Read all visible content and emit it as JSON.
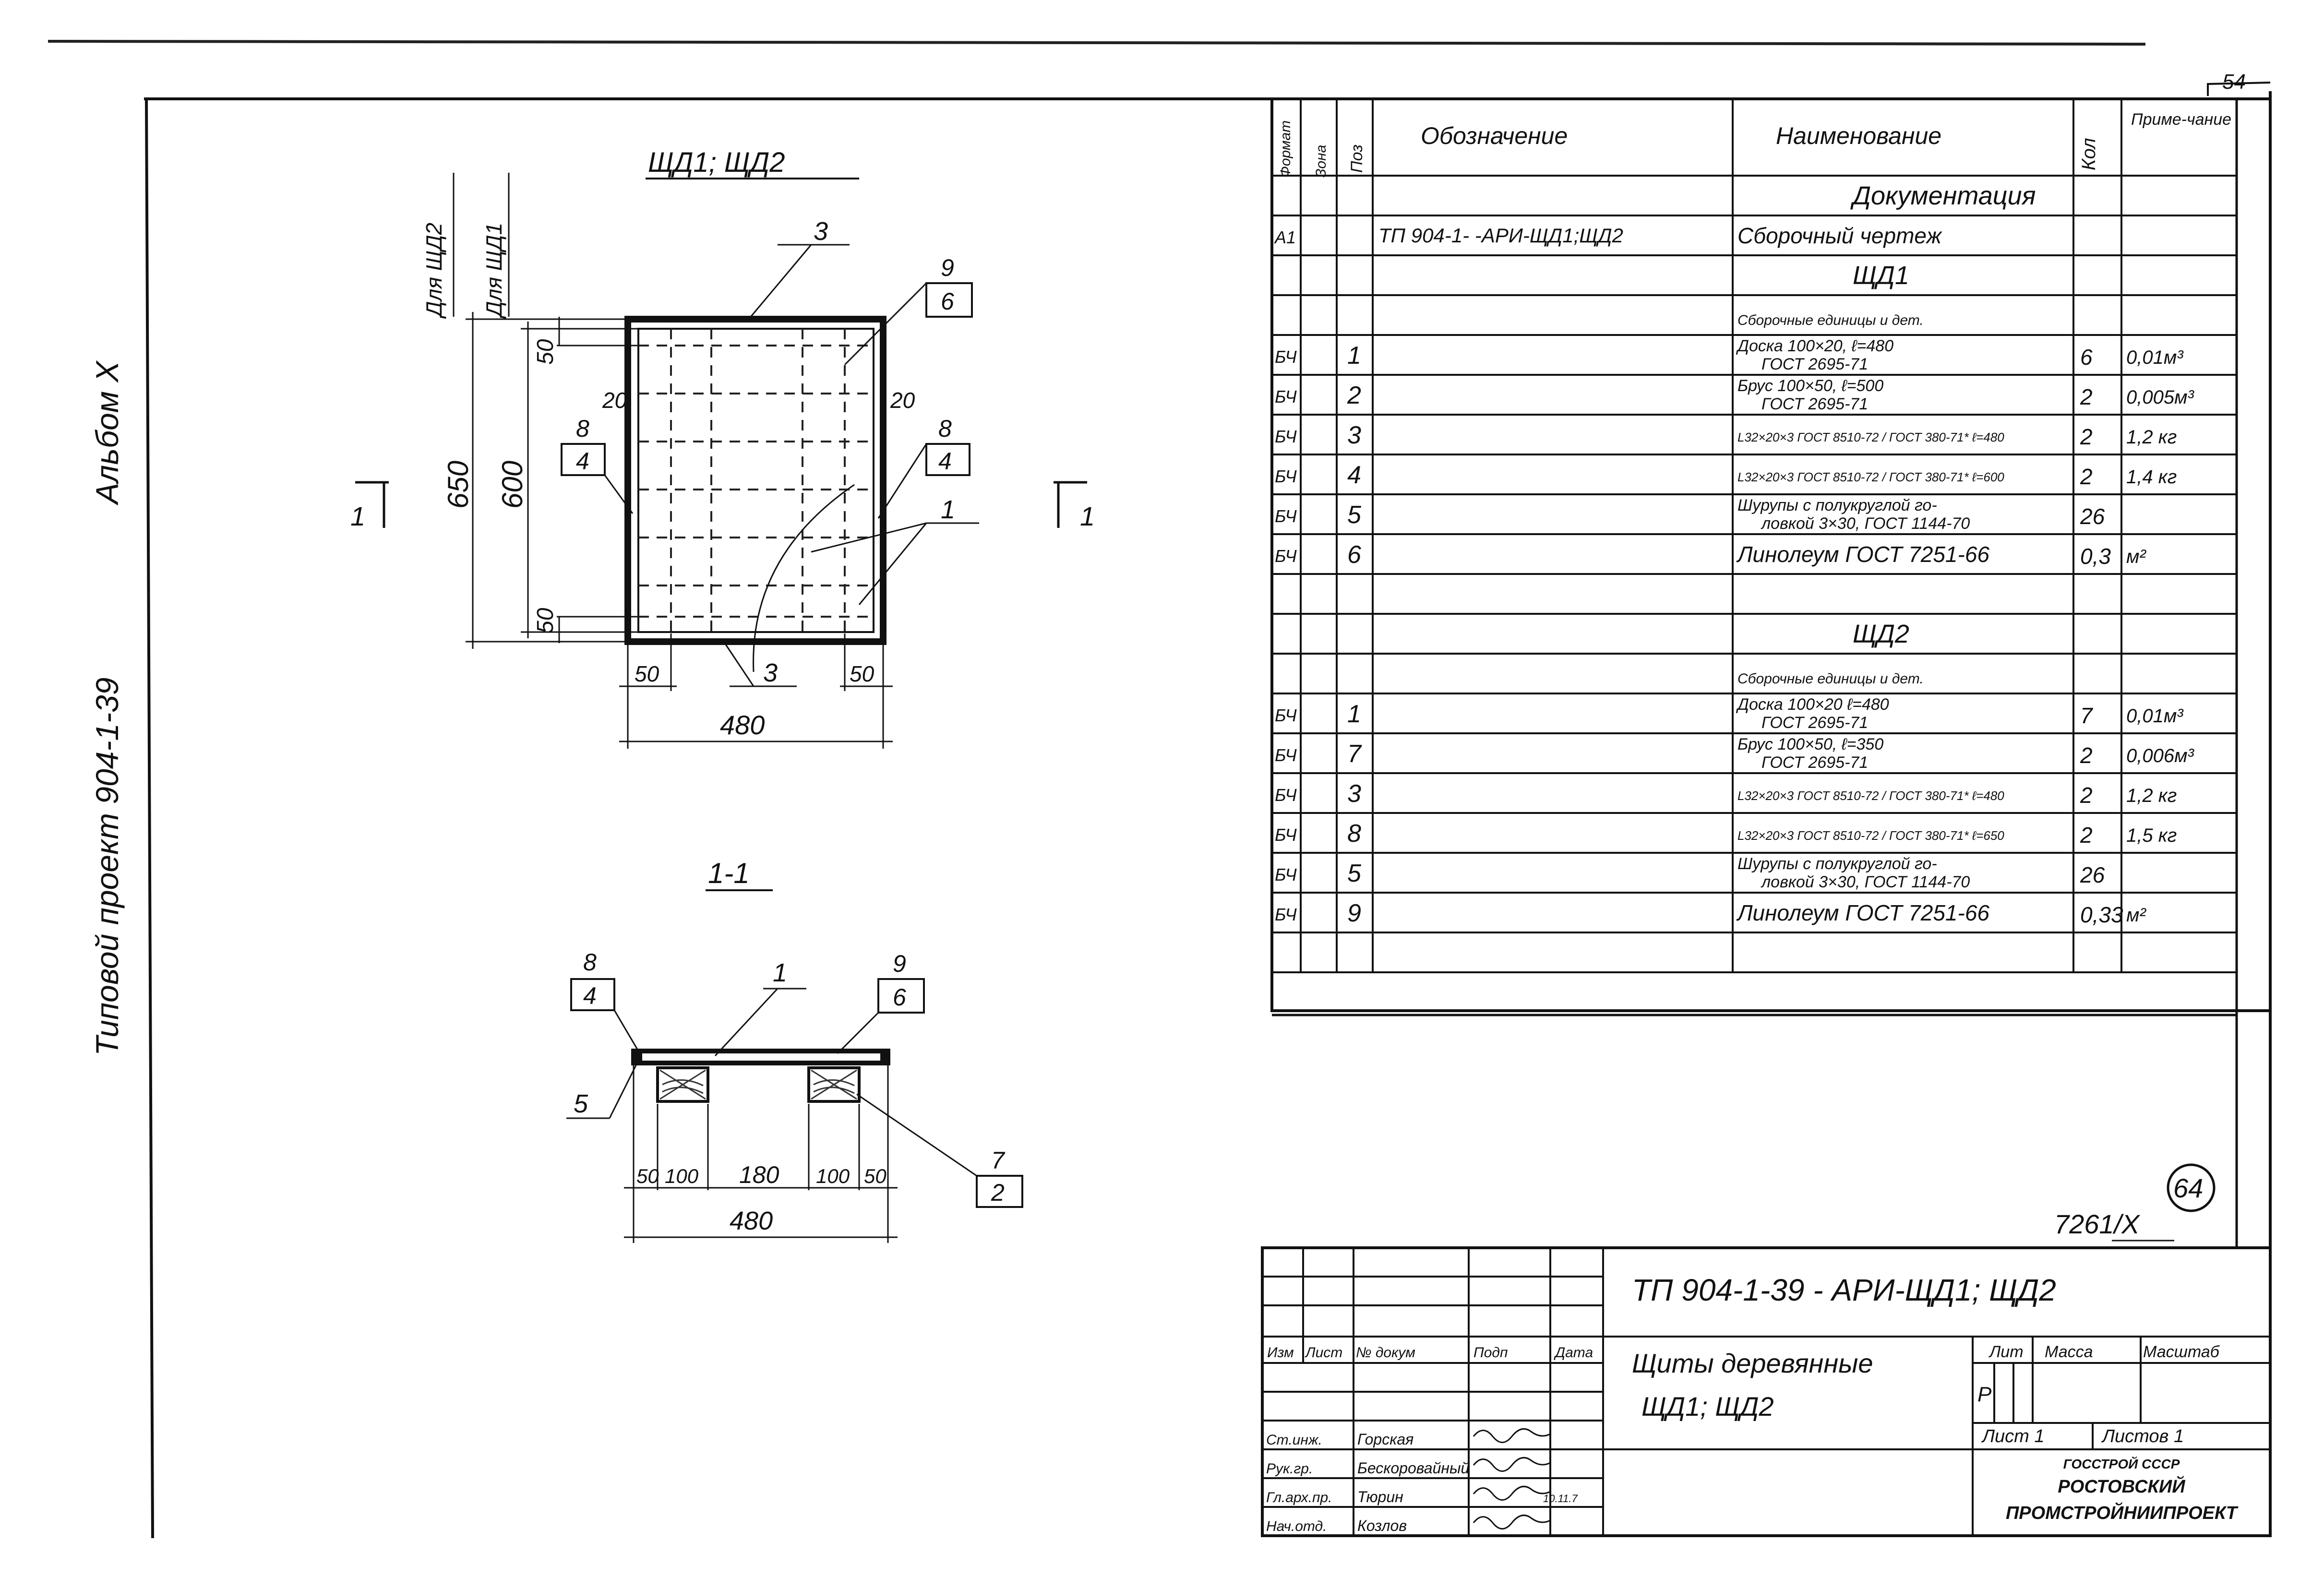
{
  "margin_text": {
    "project": "Типовой проект 904-1-39",
    "album": "Альбом X"
  },
  "corner_number": "54",
  "plan_view": {
    "title": "ЩД1; ЩД2",
    "side_label_1": "Для ЩД2",
    "side_label_2": "Для ЩД1",
    "section_mark_left": "1",
    "section_mark_right": "1",
    "dims": {
      "total_height": "650",
      "inner_height": "600",
      "top_offset": "50",
      "bottom_offset": "50",
      "width": "480",
      "left_offset": "50",
      "right_offset": "50",
      "left_edge": "20",
      "right_edge": "20"
    },
    "callouts": [
      {
        "top": "3",
        "bottom": ""
      },
      {
        "top": "9",
        "bottom": "6"
      },
      {
        "top": "8",
        "bottom": "4"
      },
      {
        "top": "8",
        "bottom": "4"
      },
      {
        "top": "1",
        "bottom": ""
      },
      {
        "top": "3",
        "bottom": ""
      }
    ]
  },
  "section_view": {
    "title": "1-1",
    "callouts": [
      {
        "top": "8",
        "bottom": "4"
      },
      {
        "top": "1",
        "bottom": ""
      },
      {
        "top": "9",
        "bottom": "6"
      },
      {
        "top": "5",
        "bottom": ""
      },
      {
        "top": "7",
        "bottom": "2"
      }
    ],
    "dims": [
      "50",
      "100",
      "180",
      "100",
      "50"
    ],
    "total": "480"
  },
  "spec_table": {
    "headers": {
      "format": "Формат",
      "zone": "Зона",
      "pos": "Поз",
      "designation": "Обозначение",
      "name": "Наименование",
      "qty": "Кол",
      "note": "Приме-чание"
    },
    "rows": [
      {
        "format": "",
        "zone": "",
        "pos": "",
        "designation": "",
        "name": "Документация",
        "qty": "",
        "note": "",
        "style": "heading"
      },
      {
        "format": "А1",
        "zone": "",
        "pos": "",
        "designation": "ТП 904-1-    -АРИ-ЩД1;ЩД2",
        "name": "Сборочный чертеж",
        "qty": "",
        "note": "",
        "style": "normal"
      },
      {
        "format": "",
        "zone": "",
        "pos": "",
        "designation": "",
        "name": "ЩД1",
        "qty": "",
        "note": "",
        "style": "heading"
      },
      {
        "format": "",
        "zone": "",
        "pos": "",
        "designation": "",
        "name": "Сборочные единицы и дет.",
        "qty": "",
        "note": "",
        "style": "subheading"
      },
      {
        "format": "БЧ",
        "zone": "",
        "pos": "1",
        "designation": "",
        "name": "Доска 100×20, ℓ=480",
        "name2": "ГОСТ 2695-71",
        "qty": "6",
        "note": "0,01м³",
        "style": "double"
      },
      {
        "format": "БЧ",
        "zone": "",
        "pos": "2",
        "designation": "",
        "name": "Брус 100×50, ℓ=500",
        "name2": "ГОСТ 2695-71",
        "qty": "2",
        "note": "0,005м³",
        "style": "double"
      },
      {
        "format": "БЧ",
        "zone": "",
        "pos": "3",
        "designation": "",
        "name": "L32×20×3 ГОСТ 8510-72 / ГОСТ 380-71* ℓ=480",
        "qty": "2",
        "note": "1,2 кг",
        "style": "small"
      },
      {
        "format": "БЧ",
        "zone": "",
        "pos": "4",
        "designation": "",
        "name": "L32×20×3 ГОСТ 8510-72 / ГОСТ 380-71* ℓ=600",
        "qty": "2",
        "note": "1,4 кг",
        "style": "small"
      },
      {
        "format": "БЧ",
        "zone": "",
        "pos": "5",
        "designation": "",
        "name": "Шурупы с полукруглой го-",
        "name2": "ловкой 3×30, ГОСТ 1144-70",
        "qty": "26",
        "note": "",
        "style": "double"
      },
      {
        "format": "БЧ",
        "zone": "",
        "pos": "6",
        "designation": "",
        "name": "Линолеум ГОСТ 7251-66",
        "qty": "0,3",
        "note": "м²",
        "style": "normal"
      },
      {
        "format": "",
        "zone": "",
        "pos": "",
        "designation": "",
        "name": "",
        "qty": "",
        "note": "",
        "style": "normal"
      },
      {
        "format": "",
        "zone": "",
        "pos": "",
        "designation": "",
        "name": "ЩД2",
        "qty": "",
        "note": "",
        "style": "heading"
      },
      {
        "format": "",
        "zone": "",
        "pos": "",
        "designation": "",
        "name": "Сборочные единицы и дет.",
        "qty": "",
        "note": "",
        "style": "subheading"
      },
      {
        "format": "БЧ",
        "zone": "",
        "pos": "1",
        "designation": "",
        "name": "Доска 100×20 ℓ=480",
        "name2": "ГОСТ 2695-71",
        "qty": "7",
        "note": "0,01м³",
        "style": "double"
      },
      {
        "format": "БЧ",
        "zone": "",
        "pos": "7",
        "designation": "",
        "name": "Брус 100×50, ℓ=350",
        "name2": "ГОСТ 2695-71",
        "qty": "2",
        "note": "0,006м³",
        "style": "double"
      },
      {
        "format": "БЧ",
        "zone": "",
        "pos": "3",
        "designation": "",
        "name": "L32×20×3 ГОСТ 8510-72 / ГОСТ 380-71* ℓ=480",
        "qty": "2",
        "note": "1,2 кг",
        "style": "small"
      },
      {
        "format": "БЧ",
        "zone": "",
        "pos": "8",
        "designation": "",
        "name": "L32×20×3 ГОСТ 8510-72 / ГОСТ 380-71* ℓ=650",
        "qty": "2",
        "note": "1,5 кг",
        "style": "small"
      },
      {
        "format": "БЧ",
        "zone": "",
        "pos": "5",
        "designation": "",
        "name": "Шурупы с полукруглой го-",
        "name2": "ловкой 3×30, ГОСТ 1144-70",
        "qty": "26",
        "note": "",
        "style": "double"
      },
      {
        "format": "БЧ",
        "zone": "",
        "pos": "9",
        "designation": "",
        "name": "Линолеум ГОСТ 7251-66",
        "qty": "0,33",
        "note": "м²",
        "style": "normal"
      },
      {
        "format": "",
        "zone": "",
        "pos": "",
        "designation": "",
        "name": "",
        "qty": "",
        "note": "",
        "style": "normal"
      }
    ]
  },
  "sheet_marks": {
    "circle_number": "64",
    "inventory": "7261/X"
  },
  "title_block": {
    "code": "ТП 904-1-39   - АРИ-ЩД1; ЩД2",
    "description": "Щиты деревянные ЩД1; ЩД2",
    "header_cols": [
      "Изм",
      "Лист",
      "№ докум",
      "Подп",
      "Дата"
    ],
    "staff": [
      {
        "role": "Ст.инж.",
        "name": "Горская"
      },
      {
        "role": "Рук.гр.",
        "name": "Бескоровайный"
      },
      {
        "role": "Гл.арх.пр.",
        "name": "Тюрин"
      },
      {
        "role": "Нач.отд.",
        "name": "Козлов"
      }
    ],
    "date_note": "10.11.7",
    "lit_label": "Лит",
    "mass_label": "Масса",
    "scale_label": "Масштаб",
    "lit_value": "Р",
    "sheet_label": "Лист 1",
    "sheets_label": "Листов 1",
    "org_line1": "ГОССТРОЙ СССР",
    "org_line2": "РОСТОВСКИЙ",
    "org_line3": "ПРОМСТРОЙНИИПРОЕКТ"
  }
}
